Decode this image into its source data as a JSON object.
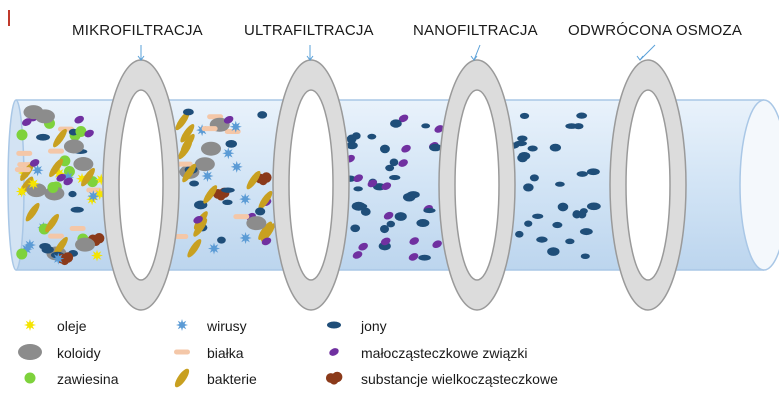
{
  "stages": [
    {
      "label": "MIKROFILTRACJA"
    },
    {
      "label": "ULTRAFILTRACJA"
    },
    {
      "label": "NANOFILTRACJA"
    },
    {
      "label": "ODWRÓCONA OSMOZA"
    }
  ],
  "legend": [
    {
      "label": "oleje",
      "icon": "oil-droplet-icon",
      "color": "#f5e400"
    },
    {
      "label": "koloidy",
      "icon": "colloid-blob-icon",
      "color": "#8c8c8c"
    },
    {
      "label": "zawiesina",
      "icon": "suspension-dot-icon",
      "color": "#7ed23c"
    },
    {
      "label": "wirusy",
      "icon": "virus-star-icon",
      "color": "#5b9bd5"
    },
    {
      "label": "białka",
      "icon": "protein-dash-icon",
      "color": "#f4c7a8"
    },
    {
      "label": "bakterie",
      "icon": "bacteria-rod-icon",
      "color": "#c8a020"
    },
    {
      "label": "jony",
      "icon": "ion-ellipse-icon",
      "color": "#1f4e79"
    },
    {
      "label": "małocząsteczkowe związki",
      "icon": "small-molecule-icon",
      "color": "#7030a0"
    },
    {
      "label": "substancje wielkocząsteczkowe",
      "icon": "macromolecule-icon",
      "color": "#8b3a1a"
    }
  ],
  "colors": {
    "pipe_fill": "#d6e6f5",
    "pipe_edge": "#a9c7e6",
    "ring_fill": "#dcdcdc",
    "ring_edge": "#9a9a9a",
    "pointer": "#5aa0d8"
  }
}
